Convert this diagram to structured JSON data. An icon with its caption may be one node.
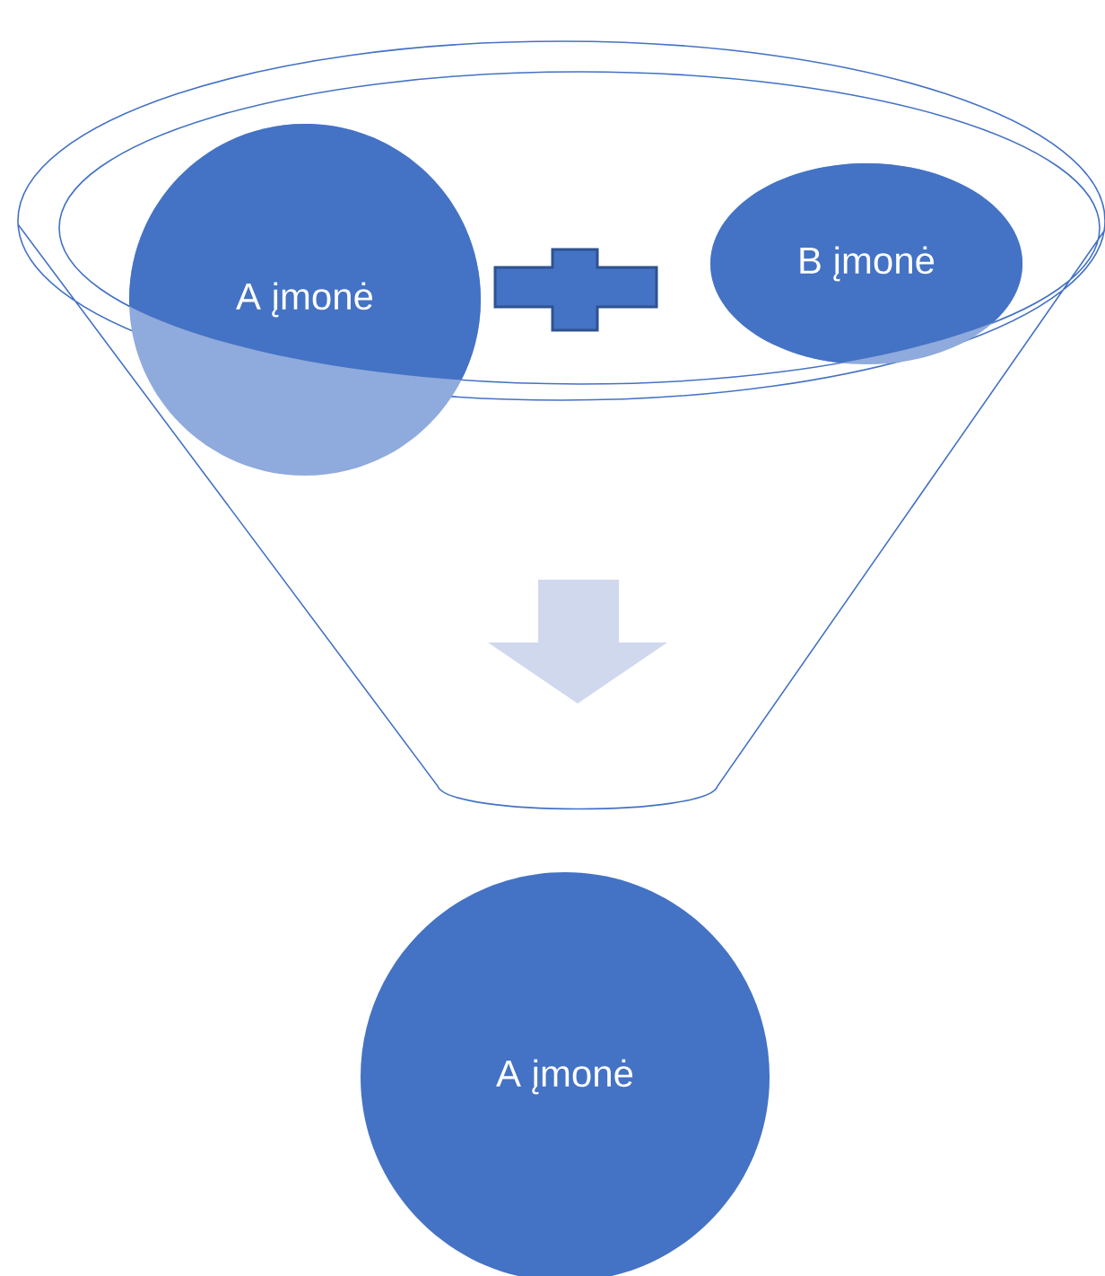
{
  "diagram": {
    "nodes": [
      {
        "text": [
          "A įmonė"
        ]
      },
      {
        "text": [
          "B įmonė"
        ]
      },
      {
        "text": [
          "A įmonė"
        ]
      }
    ]
  }
}
